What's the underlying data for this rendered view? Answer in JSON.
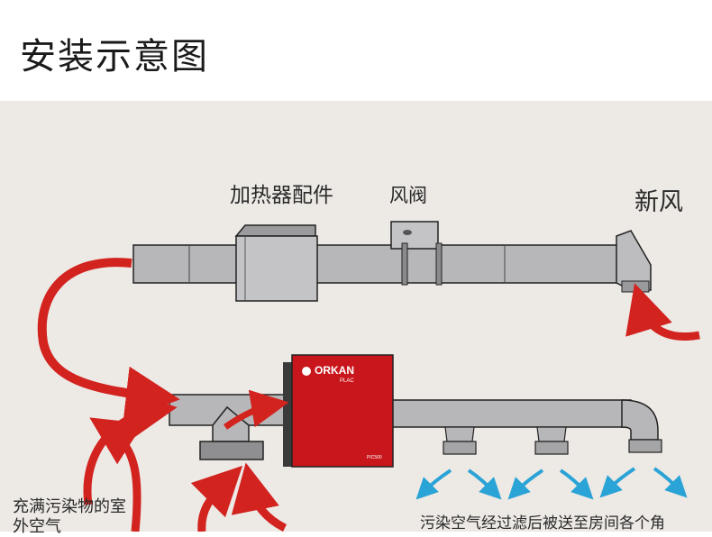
{
  "title": "安装示意图",
  "labels": {
    "heater": "加热器配件",
    "valve": "风阀",
    "fresh_air": "新风",
    "polluted_air": "充满污染物的室外空气",
    "filtered_air": "污染空气经过滤后被送至房间各个角"
  },
  "unit": {
    "brand": "ORKAN",
    "model": "PLAC",
    "tag": "PIC500"
  },
  "colors": {
    "duct": "#b7b7b9",
    "duct_outline": "#222222",
    "unit_red": "#c8161c",
    "arrow_red": "#d2231f",
    "arrow_blue": "#2aa3d6",
    "panel_bg": "#ede9e5"
  },
  "icons": [
    "red-flow-arrow",
    "blue-airflow-arrow"
  ]
}
